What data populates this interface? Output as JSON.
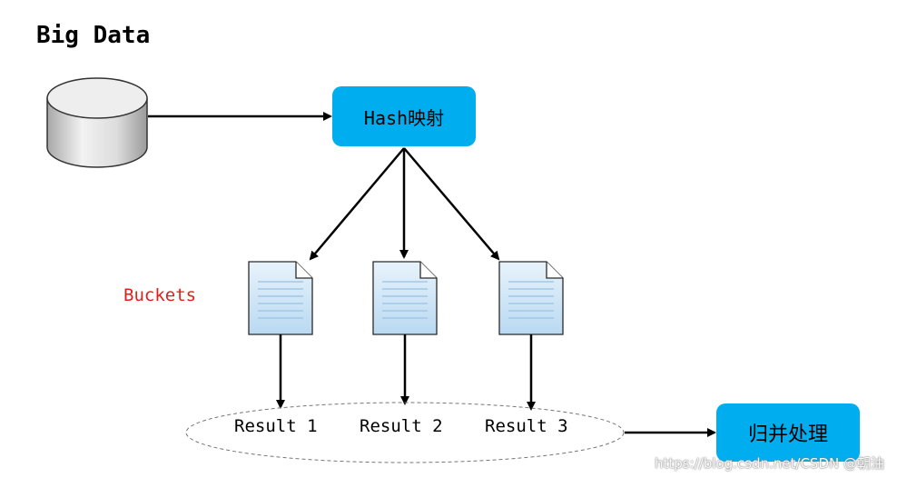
{
  "title": "Big Data",
  "hash_label": "Hash映射",
  "buckets_label": "Buckets",
  "results": [
    "Result 1",
    "Result 2",
    "Result 3"
  ],
  "merge_label": "归并处理",
  "watermark": "https://blog.csdn.net/CSDN @朝油",
  "colors": {
    "box_fill": "#00aeef",
    "buckets_text": "#e0201a",
    "doc_fill": "#cfe6f6",
    "database_fill": "#d9d9d9"
  },
  "icons": [
    "database-icon",
    "document-icon"
  ]
}
